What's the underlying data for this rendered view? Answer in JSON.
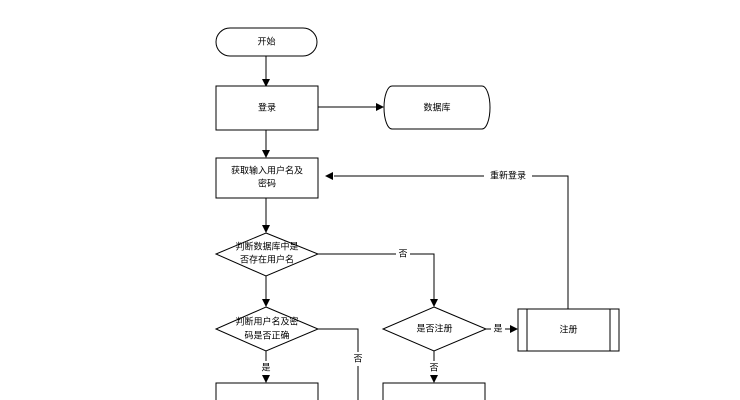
{
  "nodes": {
    "start": {
      "label": "开始"
    },
    "login": {
      "label": "登录"
    },
    "database": {
      "label": "数据库"
    },
    "get_credentials": {
      "label_line1": "获取输入用户名及",
      "label_line2": "密码"
    },
    "check_user": {
      "label_line1": "判断数据库中是",
      "label_line2": "否存在用户名"
    },
    "check_password": {
      "label_line1": "判断用户名及密",
      "label_line2": "码是否正确"
    },
    "register_q": {
      "label": "是否注册"
    },
    "register": {
      "label": "注册"
    }
  },
  "edges": {
    "relogin": {
      "label": "重新登录"
    },
    "user_no": {
      "label": "否"
    },
    "reg_yes": {
      "label": "是"
    },
    "reg_no": {
      "label": "否"
    },
    "pwd_yes": {
      "label": "是"
    },
    "pwd_no": {
      "label": "否"
    }
  }
}
